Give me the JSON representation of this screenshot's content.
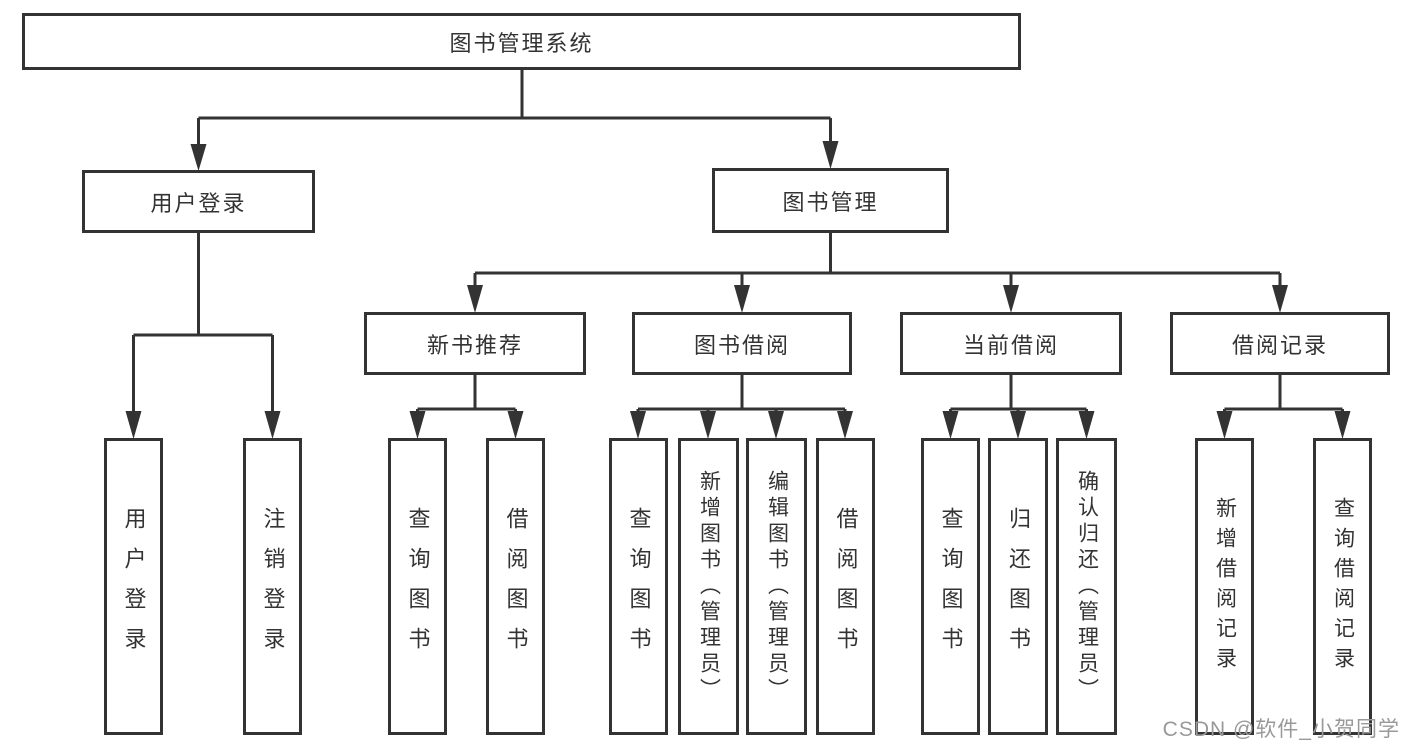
{
  "diagram_title": "图书管理系统",
  "nodes": {
    "root": {
      "label": "图书管理系统"
    },
    "user_login": {
      "label": "用户登录"
    },
    "book_management": {
      "label": "图书管理"
    },
    "new_book_recommend": {
      "label": "新书推荐"
    },
    "book_borrowing": {
      "label": "图书借阅"
    },
    "current_borrowing": {
      "label": "当前借阅"
    },
    "borrowing_records": {
      "label": "借阅记录"
    },
    "leaves": {
      "user_login": {
        "label": "用户登录"
      },
      "logout": {
        "label": "注销登录"
      },
      "recommend_search_books": {
        "label": "查询图书"
      },
      "recommend_borrow_books": {
        "label": "借阅图书"
      },
      "borrowing_search_books": {
        "label": "查询图书"
      },
      "borrowing_add_books": {
        "label": "新增图书（管理员）"
      },
      "borrowing_edit_books": {
        "label": "编辑图书（管理员）"
      },
      "borrowing_borrow_books": {
        "label": "借阅图书"
      },
      "current_search_books": {
        "label": "查询图书"
      },
      "current_return_books": {
        "label": "归还图书"
      },
      "current_confirm_return": {
        "label": "确认归还（管理员）"
      },
      "records_add_record": {
        "label": "新增借阅记录"
      },
      "records_search_record": {
        "label": "查询借阅记录"
      }
    }
  },
  "watermark": {
    "text": "CSDN @软件_小贺同学",
    "color": "#999999"
  },
  "colors": {
    "line": "#333333",
    "box_border": "#333333",
    "text": "#333333",
    "background": "#ffffff",
    "watermark": "#999999"
  }
}
